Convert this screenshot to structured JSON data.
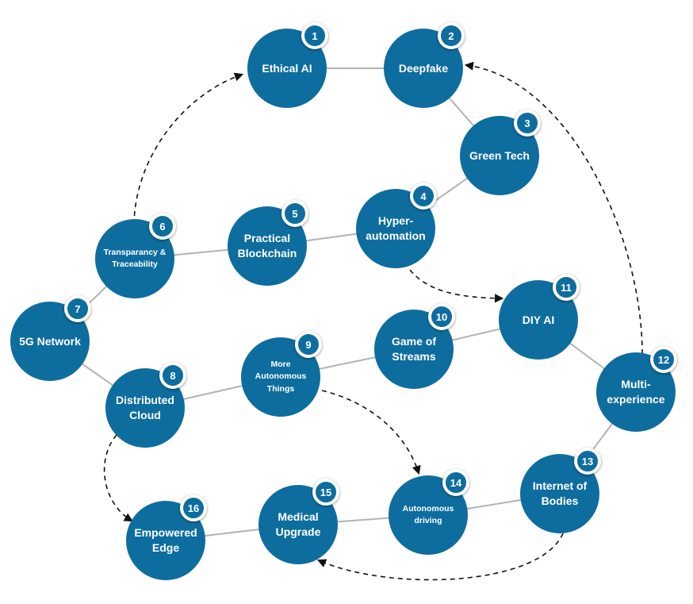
{
  "nodes": [
    {
      "id": 1,
      "number": "1",
      "label": "Ethical AI"
    },
    {
      "id": 2,
      "number": "2",
      "label": "Deepfake"
    },
    {
      "id": 3,
      "number": "3",
      "label": "Green Tech"
    },
    {
      "id": 4,
      "number": "4",
      "label": "Hyper-\nautomation"
    },
    {
      "id": 5,
      "number": "5",
      "label": "Practical\nBlockchain"
    },
    {
      "id": 6,
      "number": "6",
      "label": "Transparancy &\nTraceability"
    },
    {
      "id": 7,
      "number": "7",
      "label": "5G Network"
    },
    {
      "id": 8,
      "number": "8",
      "label": "Distributed\nCloud"
    },
    {
      "id": 9,
      "number": "9",
      "label": "More\nAutonomous\nThings"
    },
    {
      "id": 10,
      "number": "10",
      "label": "Game of\nStreams"
    },
    {
      "id": 11,
      "number": "11",
      "label": "DIY AI"
    },
    {
      "id": 12,
      "number": "12",
      "label": "Multi-\nexperience"
    },
    {
      "id": 13,
      "number": "13",
      "label": "Internet of\nBodies"
    },
    {
      "id": 14,
      "number": "14",
      "label": "Autonomous\ndriving"
    },
    {
      "id": 15,
      "number": "15",
      "label": "Medical\nUpgrade"
    },
    {
      "id": 16,
      "number": "16",
      "label": "Empowered\nEdge"
    }
  ],
  "links": [
    [
      1,
      2
    ],
    [
      2,
      3
    ],
    [
      3,
      4
    ],
    [
      4,
      5
    ],
    [
      5,
      6
    ],
    [
      6,
      7
    ],
    [
      7,
      8
    ],
    [
      8,
      9
    ],
    [
      9,
      10
    ],
    [
      10,
      11
    ],
    [
      11,
      12
    ],
    [
      12,
      13
    ],
    [
      13,
      14
    ],
    [
      14,
      15
    ],
    [
      15,
      16
    ]
  ],
  "arrows": [
    {
      "from": 6,
      "to": 1
    },
    {
      "from": 12,
      "to": 2
    },
    {
      "from": 4,
      "to": 11
    },
    {
      "from": 9,
      "to": 14
    },
    {
      "from": 8,
      "to": 16
    },
    {
      "from": 13,
      "to": 15
    }
  ],
  "colors": {
    "node": "#0e6d9f",
    "link": "#b3b3b3",
    "arrow": "#111111",
    "text": "#ffffff"
  }
}
